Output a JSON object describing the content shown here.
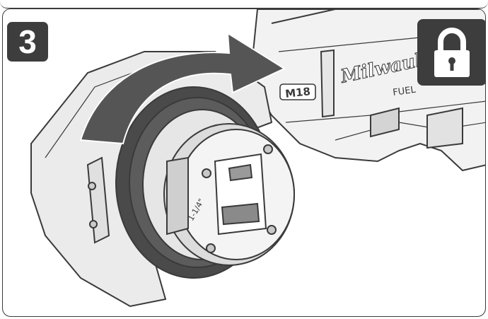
{
  "figure": {
    "step_number": "3",
    "icon": "lock-icon",
    "colors": {
      "badge": "#3d3d3d",
      "arrow": "#555555",
      "outline": "#3a3a3a",
      "tool_face": "#eeeeee"
    }
  },
  "tool_markings": {
    "battery_label": "M18",
    "brand": "Milwaukee",
    "product_line": "FUEL",
    "die_size": "1-1/4\""
  }
}
